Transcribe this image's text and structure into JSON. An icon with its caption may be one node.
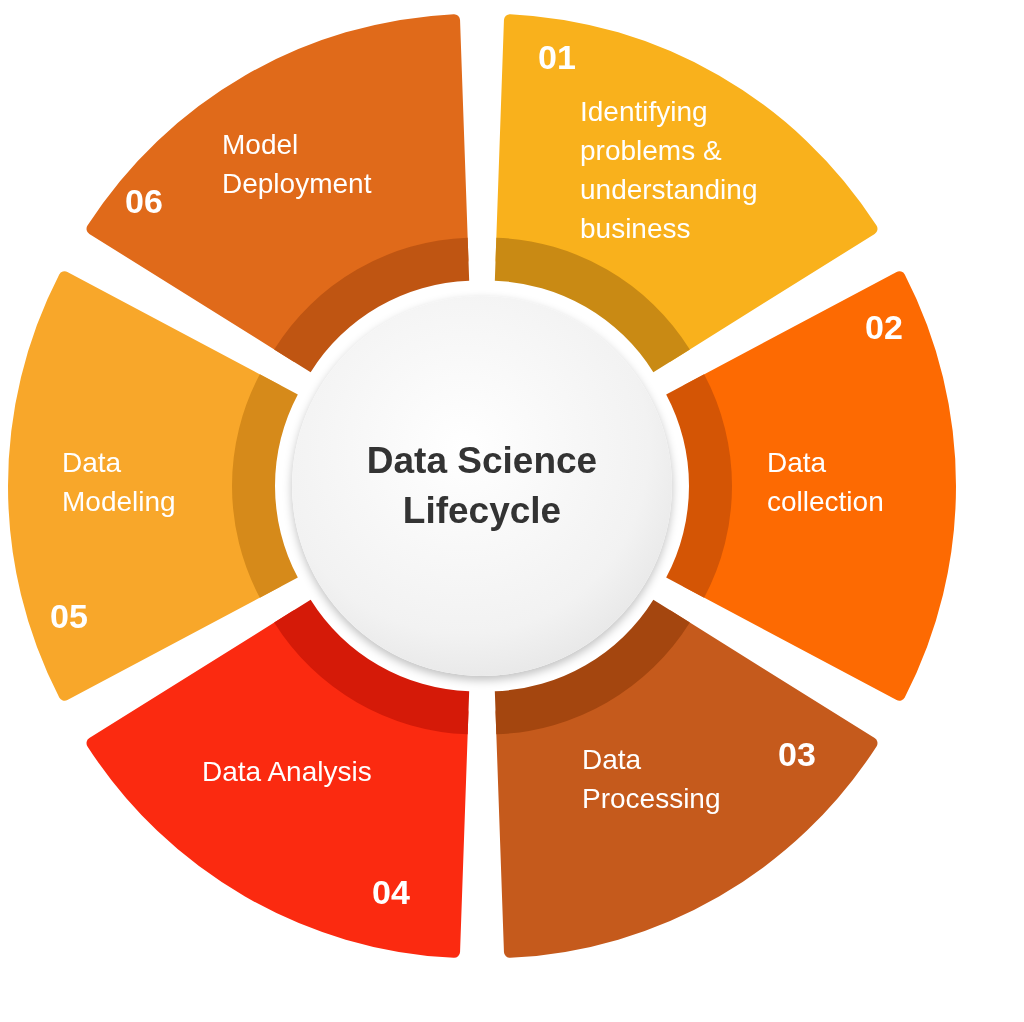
{
  "diagram": {
    "nodes": [
      {
        "text": [
          "Data Science Lifecycle"
        ]
      },
      {
        "text": [
          "01",
          "Identifying problems & understanding business"
        ]
      },
      {
        "text": [
          "02",
          "Data collection"
        ]
      },
      {
        "text": [
          "Data Processing",
          "03"
        ]
      },
      {
        "text": [
          "Data Analysis",
          "04"
        ]
      },
      {
        "text": [
          "Data Modeling",
          "05"
        ]
      },
      {
        "text": [
          "Model Deployment",
          "06"
        ]
      }
    ]
  }
}
